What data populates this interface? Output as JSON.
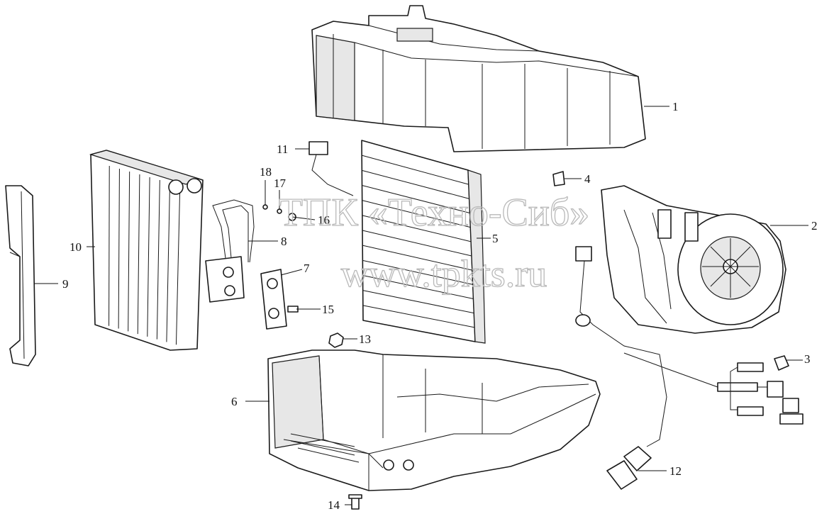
{
  "watermark": {
    "company": "ТПК «Техно-Сиб»",
    "website": "www.tpkts.ru"
  },
  "callouts": [
    "1",
    "2",
    "3",
    "4",
    "5",
    "6",
    "7",
    "8",
    "9",
    "10",
    "11",
    "12",
    "13",
    "14",
    "15",
    "16",
    "17",
    "18"
  ]
}
